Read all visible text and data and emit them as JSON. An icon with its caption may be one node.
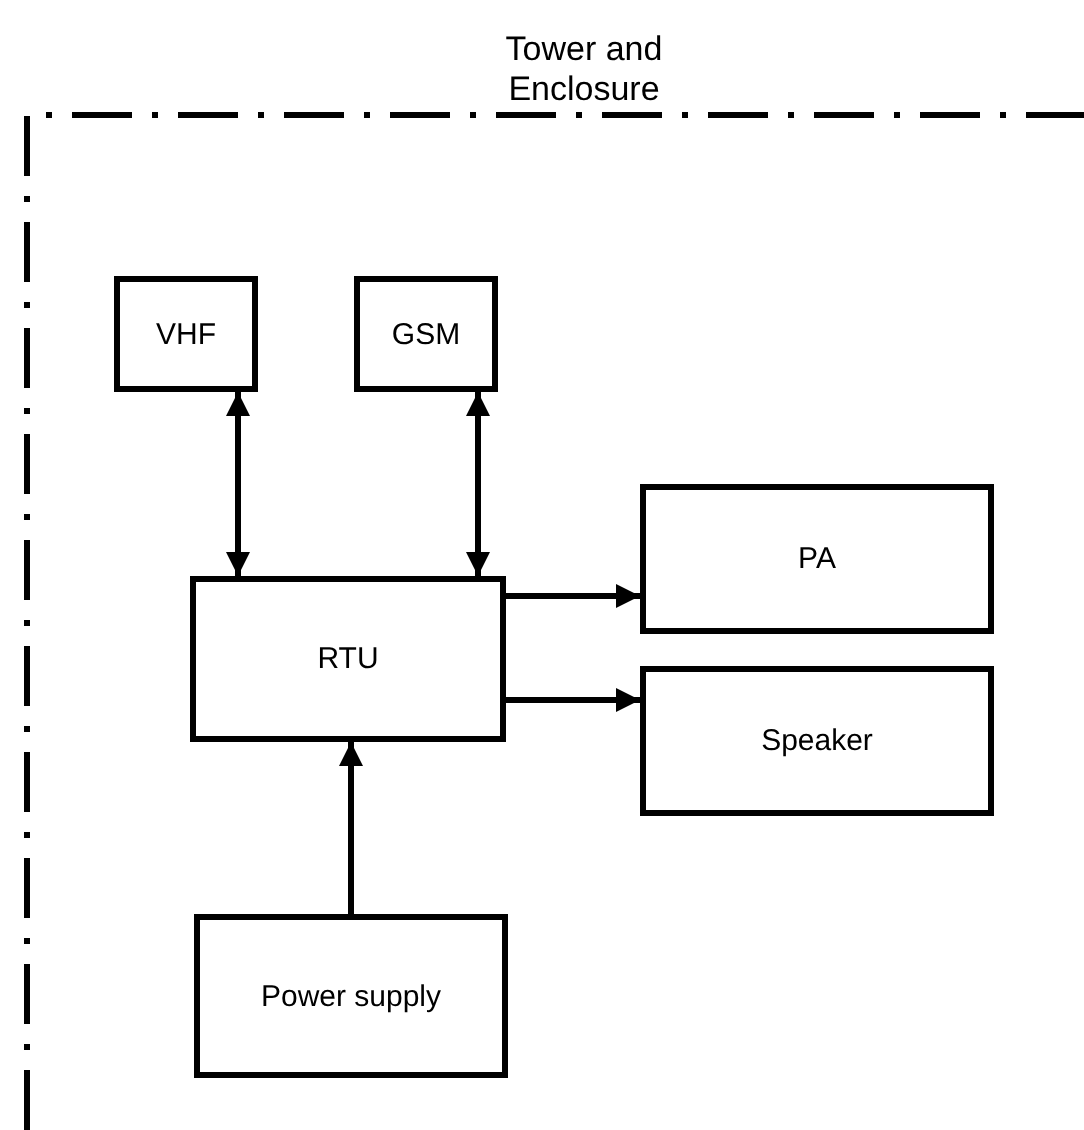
{
  "diagram": {
    "nodes": [
      {
        "text": [
          "Tower and Enclosure"
        ]
      },
      {
        "text": [
          "VHF"
        ],
        "in": 0
      },
      {
        "text": [
          "GSM"
        ],
        "in": 0
      },
      {
        "text": [
          "RTU"
        ],
        "in": 0
      },
      {
        "text": [
          "PA"
        ],
        "in": 0
      },
      {
        "text": [
          "Speaker"
        ],
        "in": 0
      },
      {
        "text": [
          "Power supply"
        ],
        "in": 0
      }
    ],
    "edges": [
      {
        "from": 1,
        "to": 3,
        "arrow": "both"
      },
      {
        "from": 2,
        "to": 3,
        "arrow": "both"
      },
      {
        "from": 3,
        "to": 4,
        "arrow": "to"
      },
      {
        "from": 3,
        "to": 5,
        "arrow": "to"
      },
      {
        "from": 6,
        "to": 3,
        "arrow": "to"
      }
    ]
  }
}
